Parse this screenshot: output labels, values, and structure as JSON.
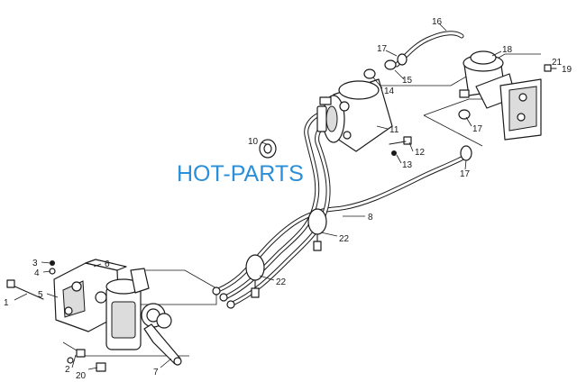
{
  "watermark": "HOT-PARTS",
  "callouts": {
    "c1": "1",
    "c2": "2",
    "c3": "3",
    "c4": "4",
    "c5": "5",
    "c6": "6",
    "c7": "7",
    "c8": "8",
    "c10": "10",
    "c11": "11",
    "c12": "12",
    "c13": "13",
    "c14": "14",
    "c15": "15",
    "c16": "16",
    "c17a": "17",
    "c17b": "17",
    "c17c": "17",
    "c18": "18",
    "c19": "19",
    "c20": "20",
    "c21": "21",
    "c22a": "22",
    "c22b": "22"
  },
  "colors": {
    "line": "#1a1a1a",
    "watermark": "#2a8fd8",
    "background": "#ffffff"
  }
}
